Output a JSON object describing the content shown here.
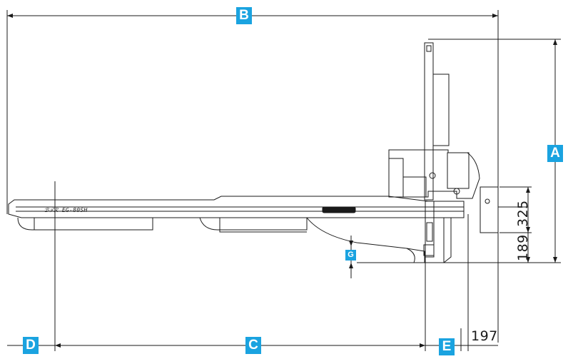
{
  "colors": {
    "badge": "#1aa3e0",
    "line": "#1a1a1a",
    "background": "#ffffff"
  },
  "badges": {
    "a": "A",
    "b": "B",
    "c": "C",
    "d": "D",
    "e": "E",
    "g": "G"
  },
  "dimensions": {
    "height_upper": "325",
    "height_lower": "189",
    "offset_right": "197"
  },
  "model_label": "ℬ𝒯ℛ EG-80SH"
}
